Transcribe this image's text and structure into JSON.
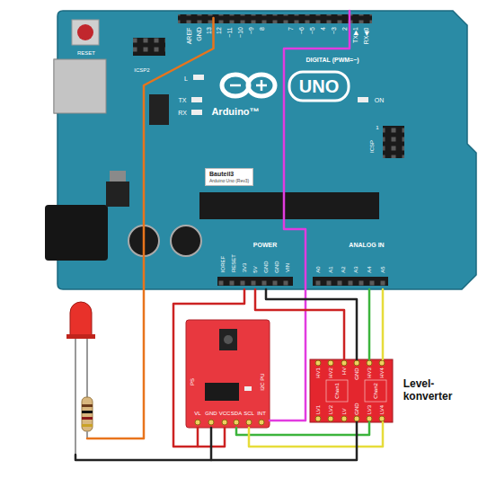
{
  "diagram": {
    "nodes": [
      {
        "text": [
          "RESET",
          "ICSP2",
          "AREF",
          "GND",
          "13",
          "12",
          "~11",
          "~10",
          "~9",
          "8",
          "7",
          "~6",
          "~5",
          "4",
          "~3",
          "2",
          "TX▶1",
          "RX◀0",
          "DIGITAL (PWM=~)",
          "L",
          "TX",
          "RX",
          "Arduino™",
          "UNO",
          "ON",
          "ICSP",
          "1",
          "IOREF",
          "RESET",
          "3V3",
          "5V",
          "GND",
          "GND",
          "VIN",
          "POWER",
          "A0",
          "A1",
          "A2",
          "A3",
          "A4",
          "A5",
          "ANALOG IN"
        ]
      },
      {
        "text": [
          "Bauteil3",
          "Arduino Uno (Rev3)"
        ],
        "in": 0
      },
      {
        "text": [
          "PS",
          "I2C PU",
          "VL",
          "GND",
          "VCC",
          "SDA",
          "SCL",
          "INT"
        ]
      },
      {
        "text": [
          "Level- konverter",
          "HV1",
          "HV2",
          "HV",
          "GND",
          "HV3",
          "HV4",
          "Chan1",
          "Chan2",
          "LV1",
          "LV2",
          "LV",
          "GND",
          "LV3",
          "LV4"
        ]
      }
    ],
    "edges": [
      {
        "from": 0,
        "to": 2,
        "arrow": "none"
      },
      {
        "from": 0,
        "to": 2,
        "arrow": "none"
      },
      {
        "from": 0,
        "to": 3,
        "arrow": "none"
      },
      {
        "from": 0,
        "to": 3,
        "arrow": "none"
      },
      {
        "from": 0,
        "to": 3,
        "arrow": "none"
      },
      {
        "from": 0,
        "to": 3,
        "arrow": "none"
      },
      {
        "from": 3,
        "to": 2,
        "arrow": "none"
      },
      {
        "from": 3,
        "to": 2,
        "arrow": "none"
      },
      {
        "from": 3,
        "to": 2,
        "arrow": "none"
      }
    ]
  }
}
